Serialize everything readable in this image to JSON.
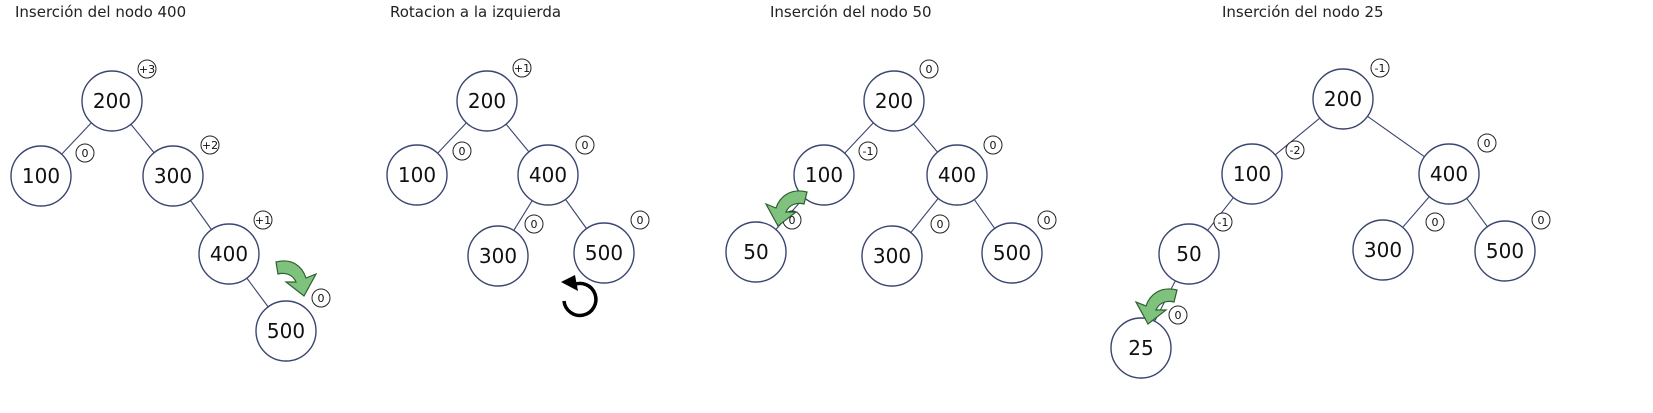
{
  "panels": [
    {
      "title": "Inserción del nodo 400",
      "nodes": [
        {
          "value": "200",
          "balance": "+3"
        },
        {
          "value": "100",
          "balance": "0"
        },
        {
          "value": "300",
          "balance": "+2"
        },
        {
          "value": "400",
          "balance": "+1"
        },
        {
          "value": "500",
          "balance": "0"
        }
      ],
      "edges": [
        [
          "200",
          "100"
        ],
        [
          "200",
          "300"
        ],
        [
          "300",
          "400"
        ],
        [
          "400",
          "500"
        ]
      ],
      "annotation": "green-rotate-right-arrow-icon"
    },
    {
      "title": "Rotacion a la izquierda",
      "nodes": [
        {
          "value": "200",
          "balance": "+1"
        },
        {
          "value": "100",
          "balance": "0"
        },
        {
          "value": "400",
          "balance": "0"
        },
        {
          "value": "300",
          "balance": "0"
        },
        {
          "value": "500",
          "balance": "0"
        }
      ],
      "edges": [
        [
          "200",
          "100"
        ],
        [
          "200",
          "400"
        ],
        [
          "400",
          "300"
        ],
        [
          "400",
          "500"
        ]
      ],
      "annotation": "rotate-counterclockwise-icon"
    },
    {
      "title": "Inserción del nodo 50",
      "nodes": [
        {
          "value": "200",
          "balance": "0"
        },
        {
          "value": "100",
          "balance": "-1"
        },
        {
          "value": "400",
          "balance": "0"
        },
        {
          "value": "50",
          "balance": "0"
        },
        {
          "value": "300",
          "balance": "0"
        },
        {
          "value": "500",
          "balance": "0"
        }
      ],
      "edges": [
        [
          "200",
          "100"
        ],
        [
          "200",
          "400"
        ],
        [
          "100",
          "50"
        ],
        [
          "400",
          "300"
        ],
        [
          "400",
          "500"
        ]
      ],
      "annotation": "green-rotate-left-arrow-icon"
    },
    {
      "title": "Inserción del nodo 25",
      "nodes": [
        {
          "value": "200",
          "balance": "-1"
        },
        {
          "value": "100",
          "balance": "-2"
        },
        {
          "value": "400",
          "balance": "0"
        },
        {
          "value": "50",
          "balance": "-1"
        },
        {
          "value": "300",
          "balance": "0"
        },
        {
          "value": "500",
          "balance": "0"
        },
        {
          "value": "25",
          "balance": "0"
        }
      ],
      "edges": [
        [
          "200",
          "100"
        ],
        [
          "200",
          "400"
        ],
        [
          "100",
          "50"
        ],
        [
          "400",
          "300"
        ],
        [
          "400",
          "500"
        ],
        [
          "50",
          "25"
        ]
      ],
      "annotation": "green-rotate-left-arrow-icon"
    }
  ],
  "colors": {
    "node_stroke": "#3a4670",
    "arrow_fill": "#7ec27e",
    "arrow_stroke": "#2f5f2f"
  }
}
